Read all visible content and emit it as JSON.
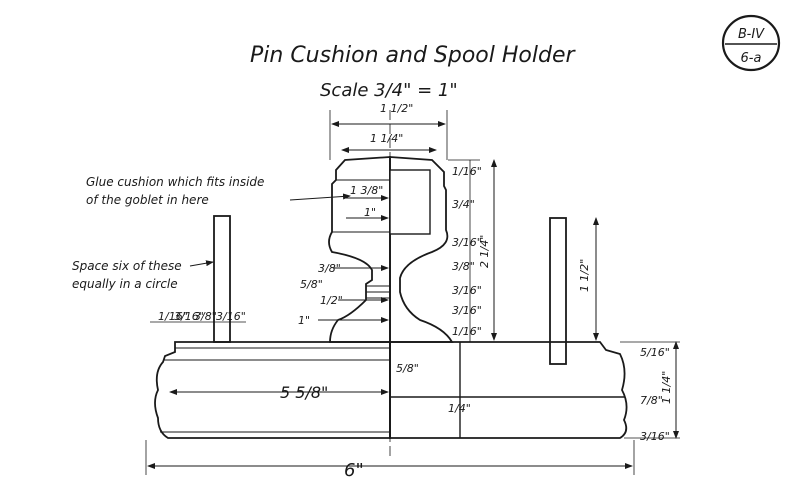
{
  "title": "Pin Cushion and Spool Holder",
  "scale": "Scale 3/4\" = 1\"",
  "plate": {
    "top": "B-IV",
    "bottom": "6-a"
  },
  "notes": {
    "glue_line1": "Glue cushion which fits inside",
    "glue_line2": "of the goblet in here",
    "space_line1": "Space six of these",
    "space_line2": "equally in a circle"
  },
  "dimensions": {
    "top_width": "1 1/2\"",
    "cup_width": "1 1/4\"",
    "inner_a": "1 3/8\"",
    "inner_b": "1\"",
    "neck_a": "3/8\"",
    "neck_b": "5/8\"",
    "neck_c": "1/2\"",
    "foot": "1\"",
    "col_h": "2 1/4\"",
    "seg1": "1/16\"",
    "seg2": "3/4\"",
    "seg3": "3/16\"",
    "seg4": "3/8\"",
    "seg5": "3/16\"",
    "seg6": "3/16\"",
    "seg7": "1/16\"",
    "base_top": "5/16\"",
    "base_mid": "7/8\"",
    "base_bot": "3/16\"",
    "base_total": "1 1/4\"",
    "peg": "1 1/2\"",
    "bottom_w": "5/8\"",
    "bottom_w2": "1/4\"",
    "inner_dia": "5 5/8\"",
    "total_dia": "6\"",
    "left_1": "1/16\"",
    "left_2": "3/16\"",
    "left_3": "3/8\"",
    "left_4": "3/16\""
  }
}
